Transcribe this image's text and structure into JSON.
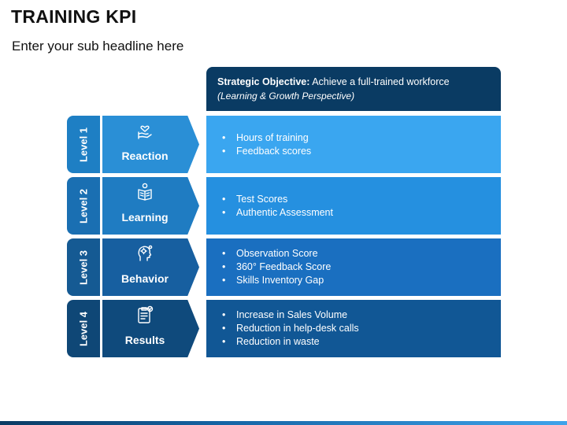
{
  "slide": {
    "title": "TRAINING KPI",
    "subtitle": "Enter your sub headline here"
  },
  "objective": {
    "label": "Strategic Objective:",
    "text": " Achieve a full-trained workforce",
    "perspective": "(Learning & Growth Perspective)"
  },
  "levels": [
    {
      "tab": "Level 1",
      "name": "Reaction",
      "icon": "hand-heart-icon",
      "color_tab": "#1e7fc4",
      "color_chevron": "#2a8fd6",
      "color_panel": "#3aa6f0",
      "items": [
        "Hours of training",
        "Feedback scores"
      ]
    },
    {
      "tab": "Level 2",
      "name": "Learning",
      "icon": "reading-book-icon",
      "color_tab": "#1a6fb2",
      "color_chevron": "#1f7cc2",
      "color_panel": "#2590e0",
      "items": [
        "Test Scores",
        "Authentic Assessment"
      ]
    },
    {
      "tab": "Level 3",
      "name": "Behavior",
      "icon": "head-gears-icon",
      "color_tab": "#155a93",
      "color_chevron": "#175fa0",
      "color_panel": "#1a6fc0",
      "items": [
        "Observation Score",
        "360° Feedback Score",
        "Skills Inventory Gap"
      ]
    },
    {
      "tab": "Level 4",
      "name": "Results",
      "icon": "clipboard-check-icon",
      "color_tab": "#0f4776",
      "color_chevron": "#0f4a7c",
      "color_panel": "#115795",
      "items": [
        "Increase in Sales Volume",
        "Reduction in help-desk calls",
        "Reduction in waste"
      ]
    }
  ]
}
